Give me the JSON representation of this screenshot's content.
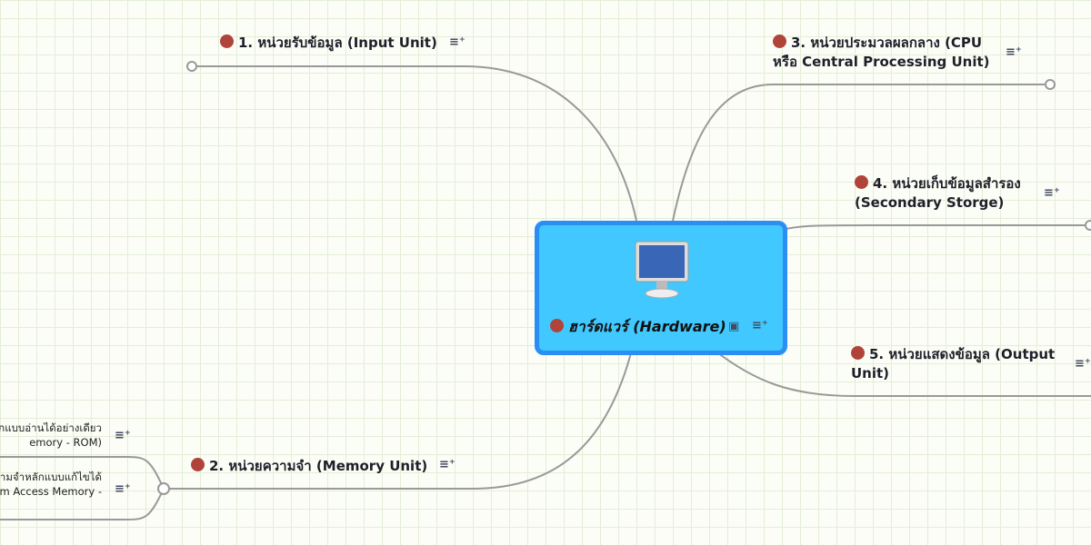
{
  "center": {
    "title": "ฮาร์ดแวร์ (Hardware)",
    "icon": "monitor-icon"
  },
  "branches": [
    {
      "label": "1. หน่วยรับข้อมูล (Input Unit)"
    },
    {
      "label": "2. หน่วยความจำ (Memory Unit)"
    },
    {
      "label_line1": "3. หน่วยประมวลผลกลาง (CPU",
      "label_line2": "หรือ Central Processing Unit)"
    },
    {
      "label_line1": "4. หน่วยเก็บข้อมูลสำรอง",
      "label_line2": "(Secondary Storge)"
    },
    {
      "label_line1": "5. หน่วยแสดงข้อมูล (Output",
      "label_line2": "Unit)"
    }
  ],
  "memory_children": [
    {
      "line1": "ลักแบบอ่านได้อย่างเดียว",
      "line2": "emory - ROM)"
    },
    {
      "line1": "วามจำหลักแบบแก้ไขได้",
      "line2": "om Access Memory -"
    }
  ],
  "colors": {
    "marker": "#b0443a",
    "center_fill": "#40c8ff",
    "center_border": "#2a8ef5",
    "line": "#9a9a9a"
  }
}
